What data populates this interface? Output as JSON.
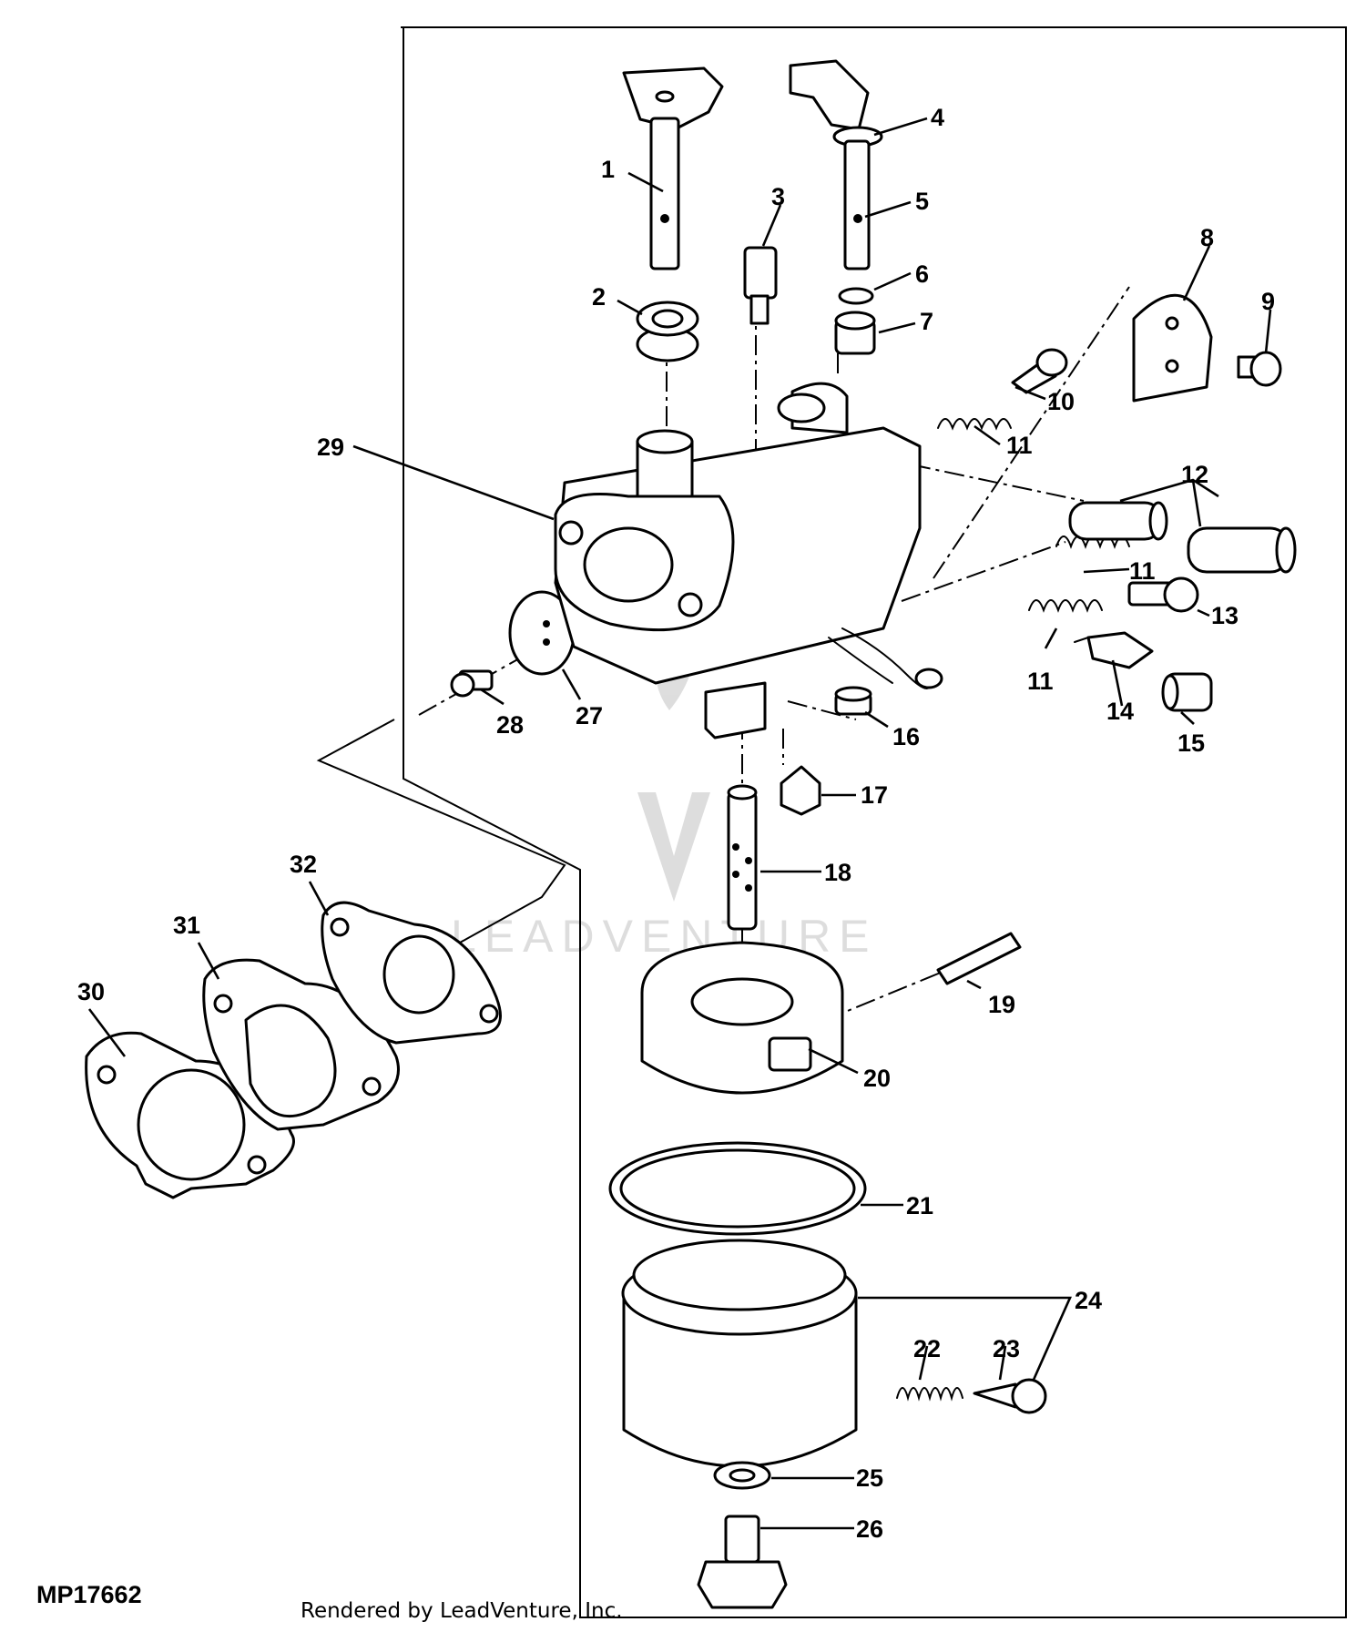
{
  "diagram_code": "MP17662",
  "credit": "Rendered by LeadVenture, Inc.",
  "watermark": "LEADVENTURE",
  "callouts": [
    "1",
    "2",
    "3",
    "4",
    "5",
    "6",
    "7",
    "8",
    "9",
    "10",
    "11",
    "11",
    "11",
    "11",
    "12",
    "12",
    "13",
    "14",
    "15",
    "16",
    "17",
    "18",
    "19",
    "20",
    "21",
    "22",
    "23",
    "24",
    "25",
    "26",
    "27",
    "28",
    "29",
    "30",
    "31",
    "32"
  ]
}
